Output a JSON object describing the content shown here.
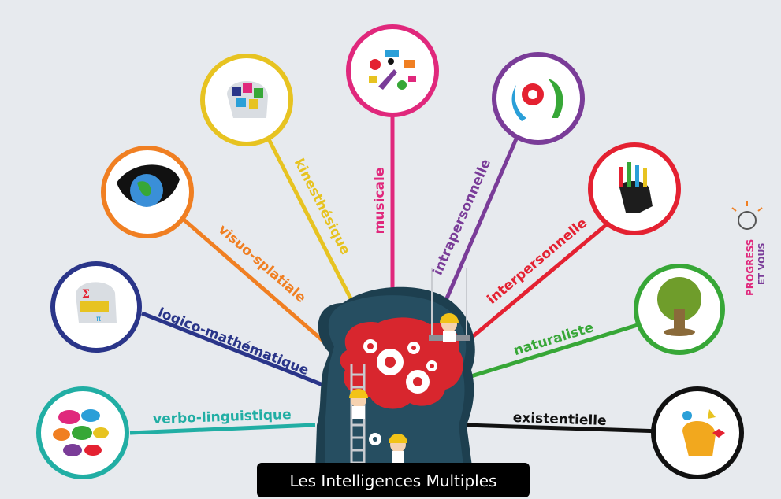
{
  "title": "Les Intelligences Multiples",
  "logo": {
    "line1": "PROGRESS",
    "line2": "ET VOUS"
  },
  "intelligences": [
    {
      "id": "verbo",
      "label": "verbo-linguistique",
      "color": "#21aea4",
      "icon": "speech-bubbles-icon"
    },
    {
      "id": "logico",
      "label": "logico-mathématique",
      "color": "#2a3589",
      "icon": "math-head-icon"
    },
    {
      "id": "visuo",
      "label": "visuo-splatiale",
      "color": "#f07f22",
      "icon": "eye-globe-icon"
    },
    {
      "id": "kines",
      "label": "kinesthésique",
      "color": "#e7c321",
      "icon": "puzzle-head-icon"
    },
    {
      "id": "musicale",
      "label": "musicale",
      "color": "#e0287c",
      "icon": "music-instruments-icon"
    },
    {
      "id": "intra",
      "label": "intrapersonnelle",
      "color": "#7a3c98",
      "icon": "gear-profile-icon"
    },
    {
      "id": "inter",
      "label": "interpersonnelle",
      "color": "#e42131",
      "icon": "head-arrows-icon"
    },
    {
      "id": "natur",
      "label": "naturaliste",
      "color": "#37a737",
      "icon": "tree-head-icon"
    },
    {
      "id": "exist",
      "label": "existentielle",
      "color": "#111111",
      "icon": "thinking-head-icon"
    }
  ]
}
